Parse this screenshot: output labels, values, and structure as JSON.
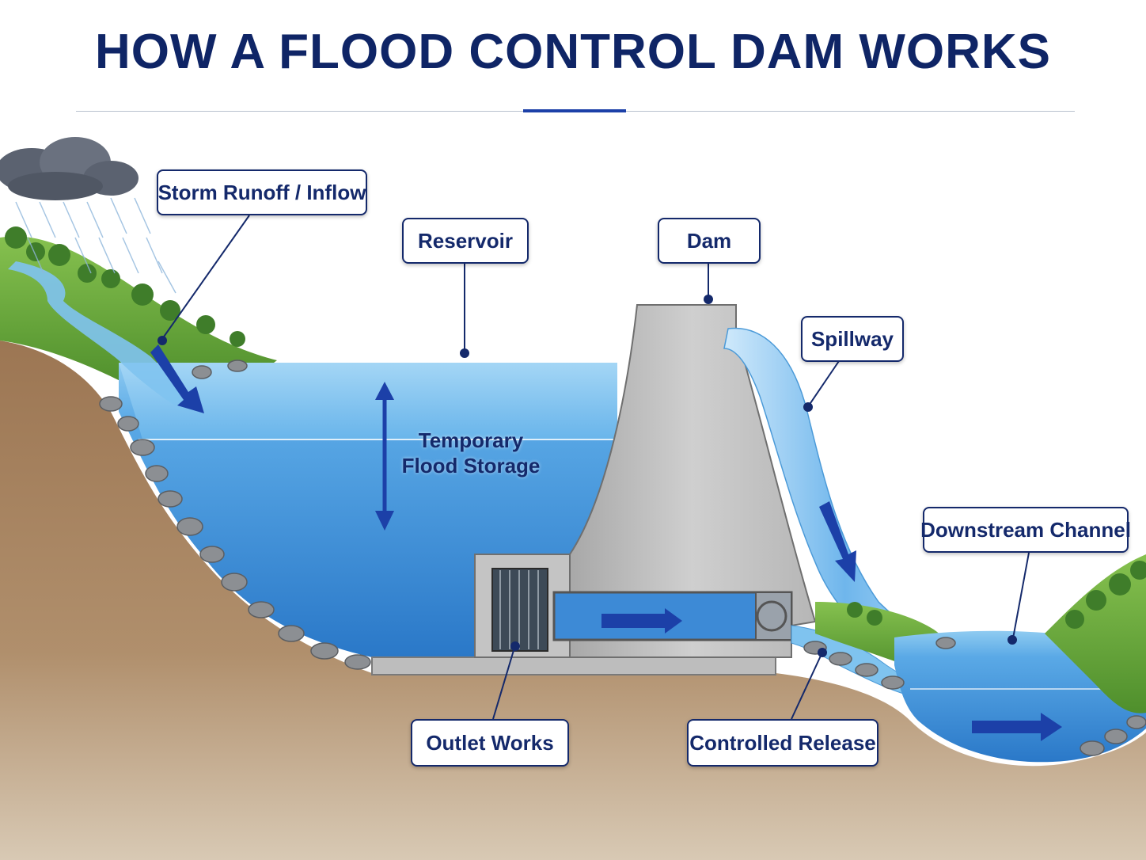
{
  "title": "HOW A FLOOD CONTROL DAM WORKS",
  "labels": {
    "storm_runoff": "Storm Runoff / Inflow",
    "reservoir": "Reservoir",
    "dam": "Dam",
    "spillway": "Spillway",
    "downstream_channel": "Downstream Channel",
    "outlet_works": "Outlet Works",
    "controlled_release": "Controlled Release",
    "temporary_storage_line1": "Temporary",
    "temporary_storage_line2": "Flood Storage"
  },
  "colors": {
    "title": "#0f2566",
    "callout_border": "#14296b",
    "water_surface": "#7cc0ee",
    "water_deep": "#2d86d4",
    "soil": "#a88560",
    "grass": "#6fae3e",
    "concrete": "#c9c9c9",
    "arrow": "#1c40a8"
  }
}
